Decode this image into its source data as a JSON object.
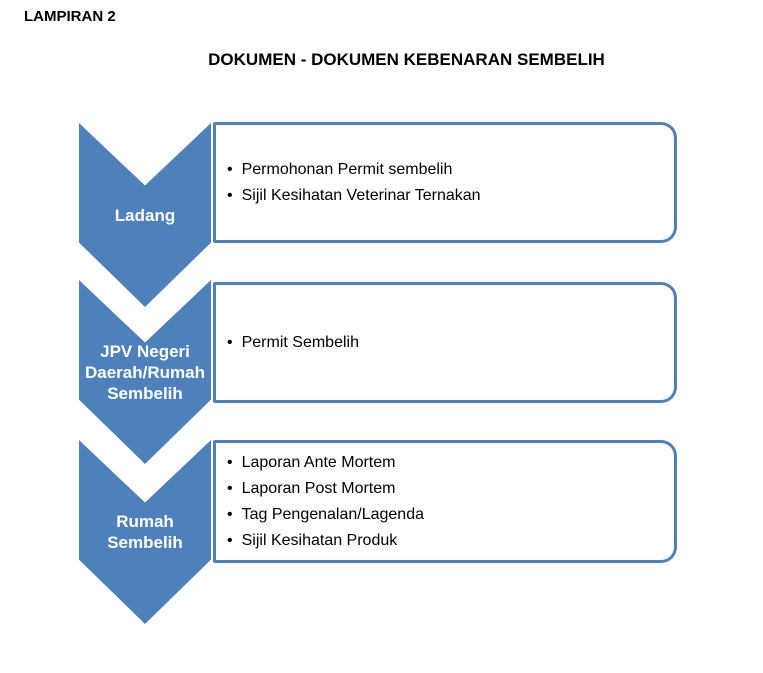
{
  "header": {
    "appendix_label": "LAMPIRAN 2",
    "title": "DOKUMEN - DOKUMEN KEBENARAN SEMBELIH"
  },
  "colors": {
    "accent_blue": "#4E80BC",
    "stage_text": "#FFFFFF",
    "body_text": "#000000",
    "background": "#FFFFFF"
  },
  "flow": {
    "steps": [
      {
        "stage": "Ladang",
        "stage_lines": [
          "Ladang"
        ],
        "documents": [
          "Permohonan Permit sembelih",
          "Sijil Kesihatan Veterinar Ternakan"
        ]
      },
      {
        "stage": "JPV Negeri Daerah/Rumah Sembelih",
        "stage_lines": [
          "JPV Negeri",
          "Daerah/Rumah",
          "Sembelih"
        ],
        "documents": [
          "Permit Sembelih"
        ]
      },
      {
        "stage": "Rumah Sembelih",
        "stage_lines": [
          "Rumah",
          "Sembelih"
        ],
        "documents": [
          "Laporan Ante Mortem",
          "Laporan Post Mortem",
          "Tag Pengenalan/Lagenda",
          "Sijil Kesihatan Produk"
        ]
      }
    ]
  }
}
